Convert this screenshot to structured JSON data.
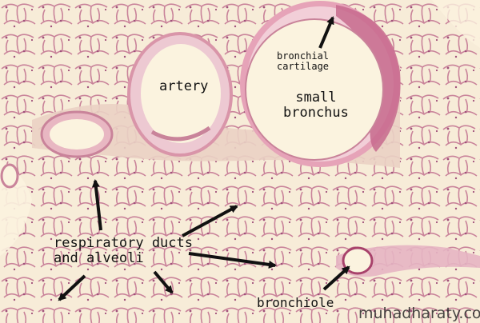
{
  "labels": {
    "artery": "artery",
    "bronchial_cartilage_line1": "bronchial",
    "bronchial_cartilage_line2": "cartilage",
    "small_bronchus_line1": "small",
    "small_bronchus_line2": "bronchus",
    "respiratory_line1": "respiratory ducts",
    "respiratory_line2": "and alveoli",
    "bronchiole": "bronchiole"
  },
  "watermark": "muhadharaty.com",
  "colors": {
    "background": "#f7ecd8",
    "tissue": "#c9839a",
    "wall": "#e6a3b8",
    "lumen": "#fbf3df",
    "arrow": "#111111"
  }
}
